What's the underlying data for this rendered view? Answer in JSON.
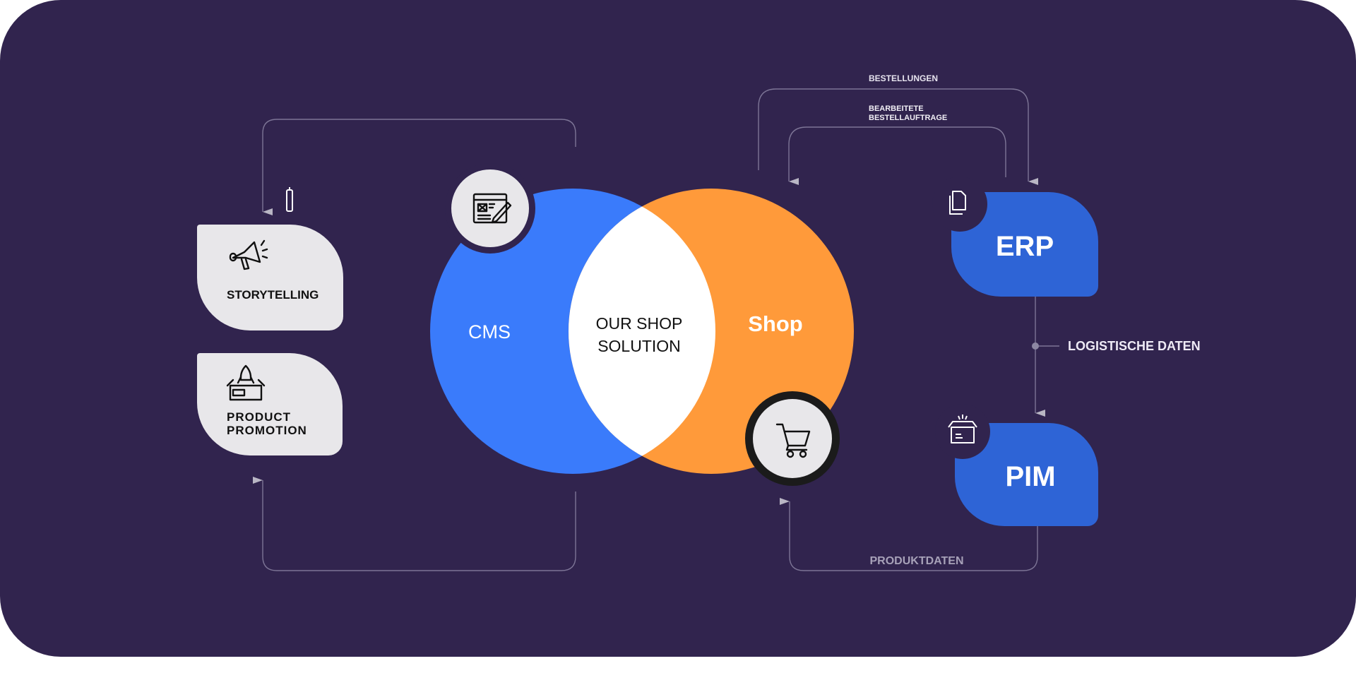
{
  "colors": {
    "background": "#31244e",
    "cms_blue": "#3a7bfb",
    "shop_orange": "#ff9a3a",
    "system_blue": "#2e64d6",
    "card_light": "#e8e7ea"
  },
  "venn": {
    "left_label": "CMS",
    "center_label_line1": "OUR SHOP",
    "center_label_line2": "SOLUTION",
    "right_label": "Shop",
    "left_icon": "web-editor-icon",
    "right_icon": "shopping-cart-icon"
  },
  "left_cards": [
    {
      "label_line1": "STORYTELLING",
      "icon": "megaphone-icon"
    },
    {
      "label_line1": "PRODUCT",
      "label_line2": "PROMOTION",
      "icon": "rocket-box-icon"
    }
  ],
  "right_cards": [
    {
      "label": "ERP",
      "icon": "documents-icon"
    },
    {
      "label": "PIM",
      "icon": "open-box-icon"
    }
  ],
  "flows": {
    "orders": "BESTELLUNGEN",
    "processed_line1": "BEARBEITETE",
    "processed_line2": "BESTELLAUFTRAGE",
    "logistics": "LOGISTISCHE DATEN",
    "product_data": "PRODUKTDATEN"
  }
}
